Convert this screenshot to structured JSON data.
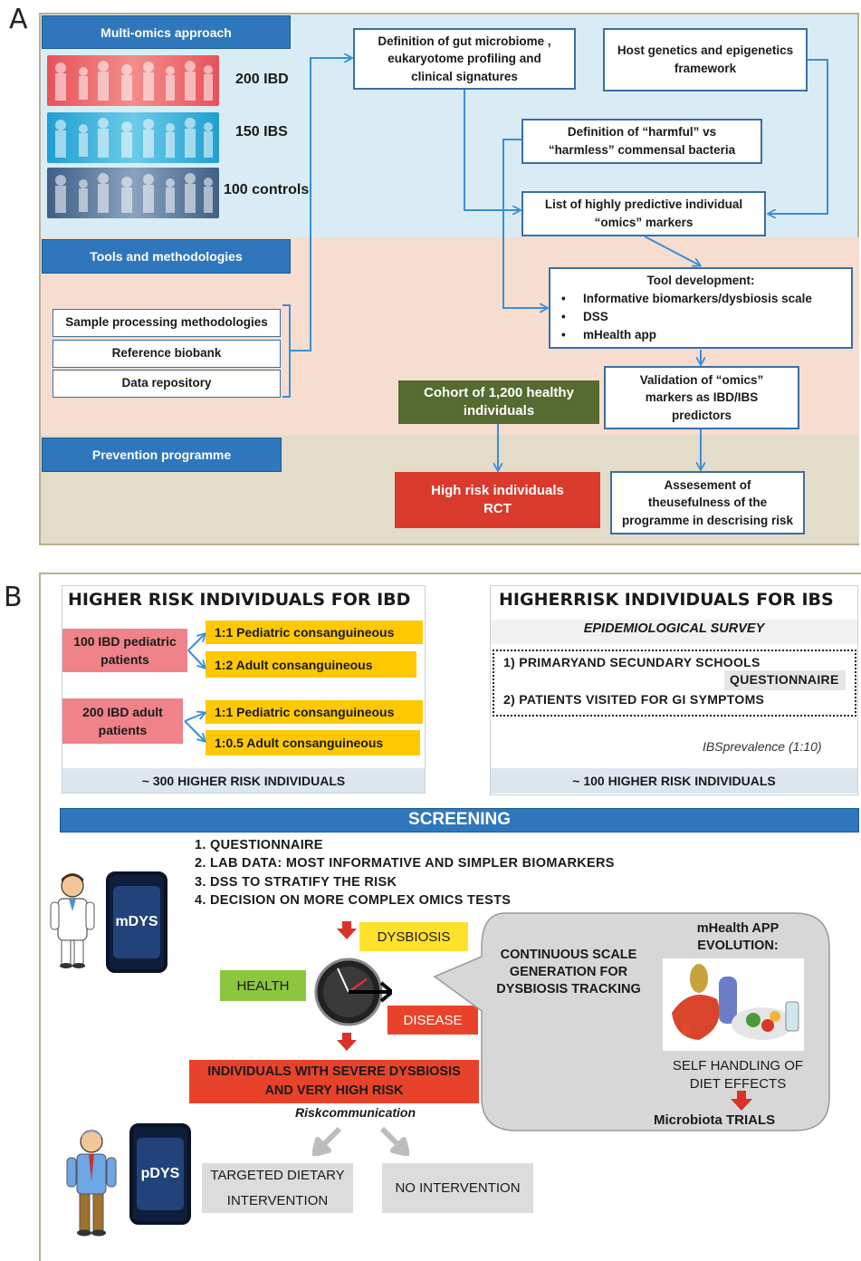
{
  "panel_a": {
    "letter": "A",
    "sections": {
      "multiomics": "Multi-omics approach",
      "tools": "Tools and methodologies",
      "prevention": "Prevention programme"
    },
    "cohorts": [
      {
        "label": "200 IBD",
        "color": "#e8535a"
      },
      {
        "label": "150 IBS",
        "color": "#2aa8d8"
      },
      {
        "label": "100 controls",
        "color": "#4f6f95"
      }
    ],
    "methods": [
      "Sample processing methodologies",
      "Reference biobank",
      "Data repository"
    ],
    "boxes": {
      "definition": [
        "Definition of gut microbiome ,",
        "eukaryotome profiling and",
        "clinical signatures"
      ],
      "host": [
        "Host genetics and epigenetics",
        "framework"
      ],
      "harmful_1": "Definition of “harmful” vs",
      "harmful_2": "“harmless” commensal bacteria",
      "markers": [
        "List of highly predictive individual",
        "“omics” markers"
      ],
      "tool_title": "Tool development:",
      "tool_items": [
        "Informative biomarkers/dysbiosis scale",
        "DSS",
        "mHealth app"
      ],
      "validation": [
        "Validation of “omics”",
        "markers as IBD/IBS",
        "predictors"
      ],
      "cohort": [
        "Cohort of 1,200 healthy",
        "individuals"
      ],
      "highrisk": [
        "High risk individuals",
        "RCT"
      ],
      "assessment": [
        "Assesement of",
        "theusefulness of the",
        "programme in descrising risk"
      ]
    },
    "colors": {
      "blue_bg": "#d9ecf5",
      "peach_bg": "#f6ddd0",
      "tan_bg": "#e2dcc9",
      "header": "#2f77bd",
      "green": "#556b2f",
      "red": "#d93a2b"
    }
  },
  "panel_b": {
    "letter": "B",
    "ibd": {
      "title": "HIGHER RISK INDIVIDUALS FOR IBD",
      "group1": [
        "100 IBD  pediatric",
        "patients"
      ],
      "group1_items": [
        "1:1  Pediatric consanguineous",
        "1:2   Adult consanguineous"
      ],
      "group2": [
        "200 IBD   adult",
        "patients"
      ],
      "group2_items": [
        "1:1  Pediatric consanguineous",
        "1:0.5  Adult consanguineous"
      ],
      "footer": "~ 300 HIGHER RISK INDIVIDUALS"
    },
    "ibs": {
      "title": "HIGHERRISK INDIVIDUALS FOR IBS",
      "survey": "EPIDEMIOLOGICAL SURVEY",
      "line1": "1) PRIMARYAND SECUNDARY SCHOOLS",
      "line1b": "QUESTIONNAIRE",
      "line2": "2) PATIENTS VISITED FOR  GI SYMPTOMS",
      "prevalence": "IBSprevalence (1:10)",
      "footer": "~ 100 HIGHER RISK INDIVIDUALS"
    },
    "screening": "SCREENING",
    "steps": [
      "1. QUESTIONNAIRE",
      "2. LAB DATA: MOST INFORMATIVE AND SIMPLER BIOMARKERS",
      "3. DSS  TO  STRATIFY THE RISK",
      "4. DECISION ON MORE COMPLEX OMICS TESTS"
    ],
    "mdys": "mDYS",
    "pdys": "pDYS",
    "gauge": {
      "dysbiosis": "DYSBIOSIS",
      "health": "HEALTH",
      "disease": "DISEASE"
    },
    "continuous": [
      "CONTINUOUS SCALE",
      "GENERATION FOR",
      "DYSBIOSIS TRACKING"
    ],
    "mhealth": [
      "mHealth APP",
      "EVOLUTION:"
    ],
    "self": [
      "SELF HANDLING OF",
      "DIET EFFECTS"
    ],
    "trials": "Microbiota TRIALS",
    "severe": [
      "INDIVIDUALS WITH SEVERE DYSBIOSIS",
      "AND VERY HIGH RISK"
    ],
    "risk_comm": "Riskcommunication",
    "targeted": [
      "TARGETED DIETARY",
      "INTERVENTION"
    ],
    "nointervention": "NO INTERVENTION",
    "colors": {
      "yellow": "#ffc800",
      "pink": "#f0828a",
      "green": "#8cc63f",
      "red": "#e8432a",
      "bubble": "#d7d7d7"
    }
  }
}
